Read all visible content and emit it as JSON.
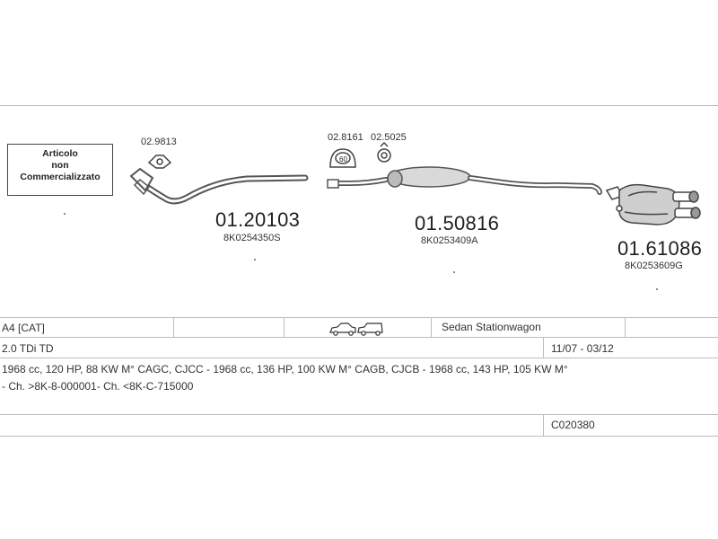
{
  "diagram": {
    "not_sold_box": [
      "Articolo",
      "non",
      "Commercializzato"
    ],
    "parts": [
      {
        "code": "01.20103",
        "oe": "8K0254350S"
      },
      {
        "code": "01.50816",
        "oe": "8K0253409A"
      },
      {
        "code": "01.61086",
        "oe": "8K0253609G"
      }
    ],
    "accessories": [
      {
        "code": "02.9813"
      },
      {
        "code": "02.8161",
        "badge": "60"
      },
      {
        "code": "02.5025"
      }
    ]
  },
  "info": {
    "model": "A4  [CAT]",
    "body_types": "Sedan  Stationwagon",
    "engine": "2.0 TDi TD",
    "period": "11/07 - 03/12",
    "engine_details": "1968 cc, 120 HP, 88 KW M° CAGC, CJCC - 1968 cc, 136 HP, 100 KW M° CAGB, CJCB - 1968 cc, 143 HP, 105 KW M°",
    "chassis": "- Ch. >8K-8-000001- Ch. <8K-C-715000",
    "reference": "C020380"
  }
}
